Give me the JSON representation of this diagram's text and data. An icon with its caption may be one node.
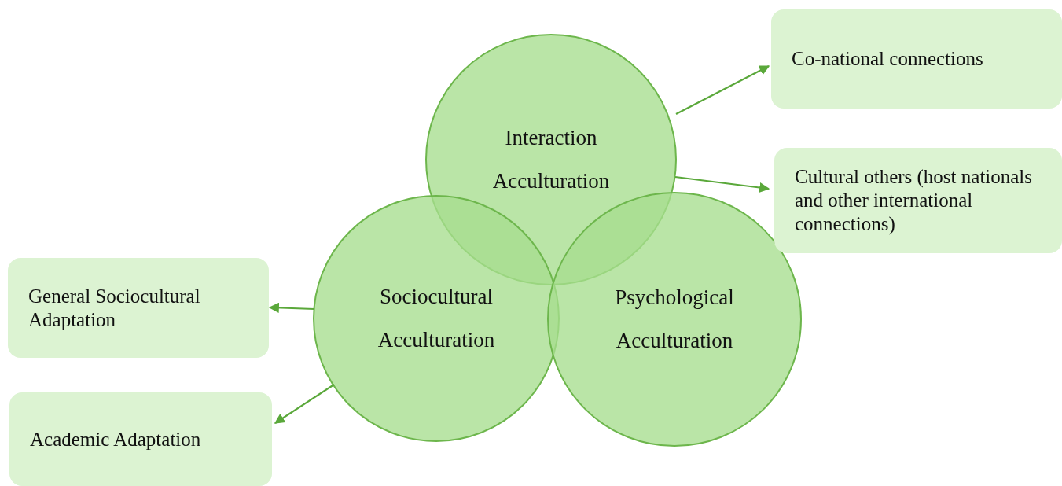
{
  "diagram": {
    "nodes": [
      {
        "text": [
          "Interaction Acculturation"
        ]
      },
      {
        "text": [
          "Sociocultural Acculturation"
        ]
      },
      {
        "text": [
          "Psychological Acculturation"
        ]
      },
      {
        "text": [
          "Co-national connections"
        ]
      },
      {
        "text": [
          "Cultural others (host nationals and other international connections)"
        ]
      },
      {
        "text": [
          "General Sociocultural Adaptation"
        ]
      },
      {
        "text": [
          "Academic Adaptation"
        ]
      }
    ],
    "edges": [
      {
        "from": 0,
        "to": 3,
        "arrow": "to"
      },
      {
        "from": 0,
        "to": 4,
        "arrow": "to"
      },
      {
        "from": 1,
        "to": 5,
        "arrow": "to"
      },
      {
        "from": 1,
        "to": 6,
        "arrow": "to"
      }
    ]
  }
}
